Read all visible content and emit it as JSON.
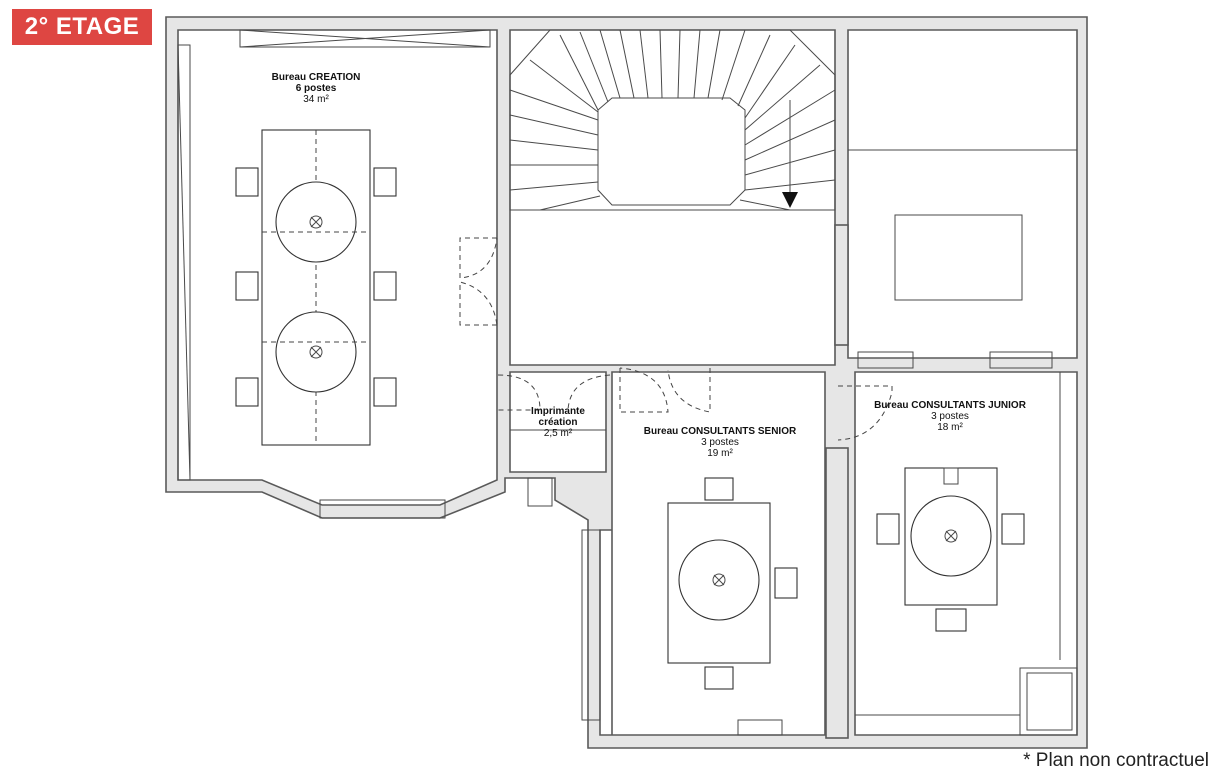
{
  "header": {
    "floor_label": "2° ETAGE"
  },
  "footer": {
    "note": "* Plan non contractuel"
  },
  "rooms": {
    "creation": {
      "name": "Bureau CREATION",
      "seats": "6 postes",
      "area": "34 m²"
    },
    "imprimante": {
      "name_line1": "Imprimante",
      "name_line2": "création",
      "area": "2,5 m²"
    },
    "senior": {
      "name": "Bureau CONSULTANTS SENIOR",
      "seats": "3 postes",
      "area": "19 m²"
    },
    "junior": {
      "name": "Bureau CONSULTANTS JUNIOR",
      "seats": "3 postes",
      "area": "18 m²"
    }
  }
}
